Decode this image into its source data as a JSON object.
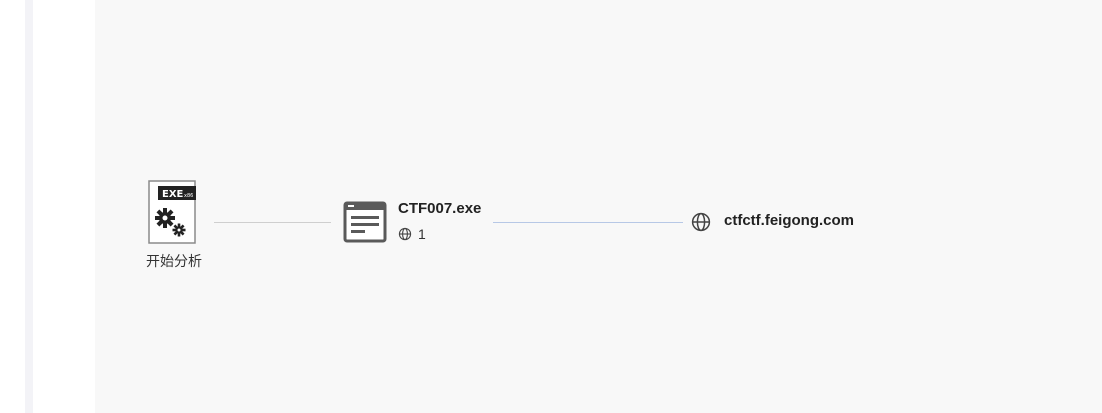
{
  "graph": {
    "start_node": {
      "label": "开始分析",
      "icon": "exe-file-icon",
      "badge": "EXE",
      "badge_sub": "x86"
    },
    "process_node": {
      "name": "CTF007.exe",
      "icon": "window-app-icon",
      "count_icon": "globe-icon",
      "network_count": "1"
    },
    "domain_node": {
      "name": "ctfctf.feigong.com",
      "icon": "globe-icon"
    },
    "colors": {
      "canvas_bg": "#f8f8f8",
      "edge_gray": "#cfcfcf",
      "edge_blue": "#b7c8e6",
      "icon_dark": "#555555"
    }
  }
}
